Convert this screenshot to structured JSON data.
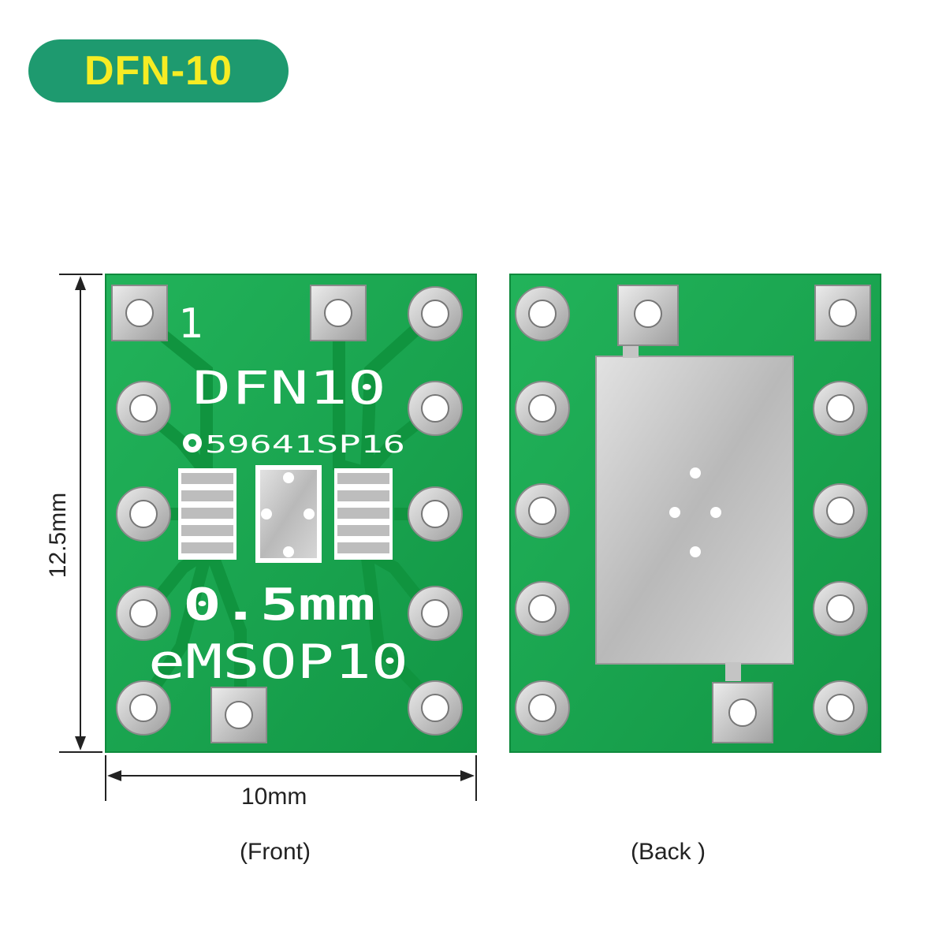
{
  "badge": {
    "label": "DFN-10"
  },
  "front": {
    "pin1_label": "1",
    "title": "DFN10",
    "code": "59641SP16",
    "pitch": "0.5mm",
    "package": "eMSOP10",
    "caption": "(Front)"
  },
  "back": {
    "caption": "(Back )"
  },
  "dimensions": {
    "height": "12.5mm",
    "width": "10mm"
  },
  "colors": {
    "badge": "#1e9a6f",
    "badge_text": "#f6ec24",
    "pcb": "#18a650",
    "silver": "#c8c8c8"
  }
}
